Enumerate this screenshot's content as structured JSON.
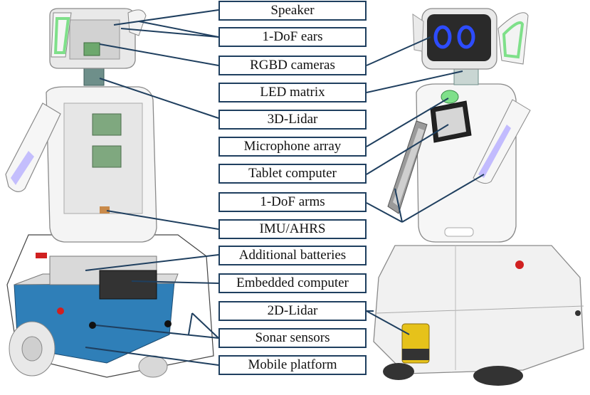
{
  "labels": [
    "Speaker",
    "1-DoF ears",
    "RGBD cameras",
    "LED matrix",
    "3D-Lidar",
    "Microphone array",
    "Tablet computer",
    "1-DoF arms",
    "IMU/AHRS",
    "Additional batteries",
    "Embedded computer",
    "2D-Lidar",
    "Sonar sensors",
    "Mobile platform"
  ],
  "colors": {
    "leader": "#1f3f5f",
    "robot_body": "#f2f2f2",
    "robot_outline": "#9a9a9a",
    "platform_blue": "#2f7fb8",
    "ear_glow": "#7fe08a",
    "arm_glow": "#b8b0ff",
    "face_screen": "#2a2a2a",
    "eye_blue": "#2d4cff",
    "lidar_yellow": "#e6c21a",
    "red_accent": "#d02020"
  }
}
